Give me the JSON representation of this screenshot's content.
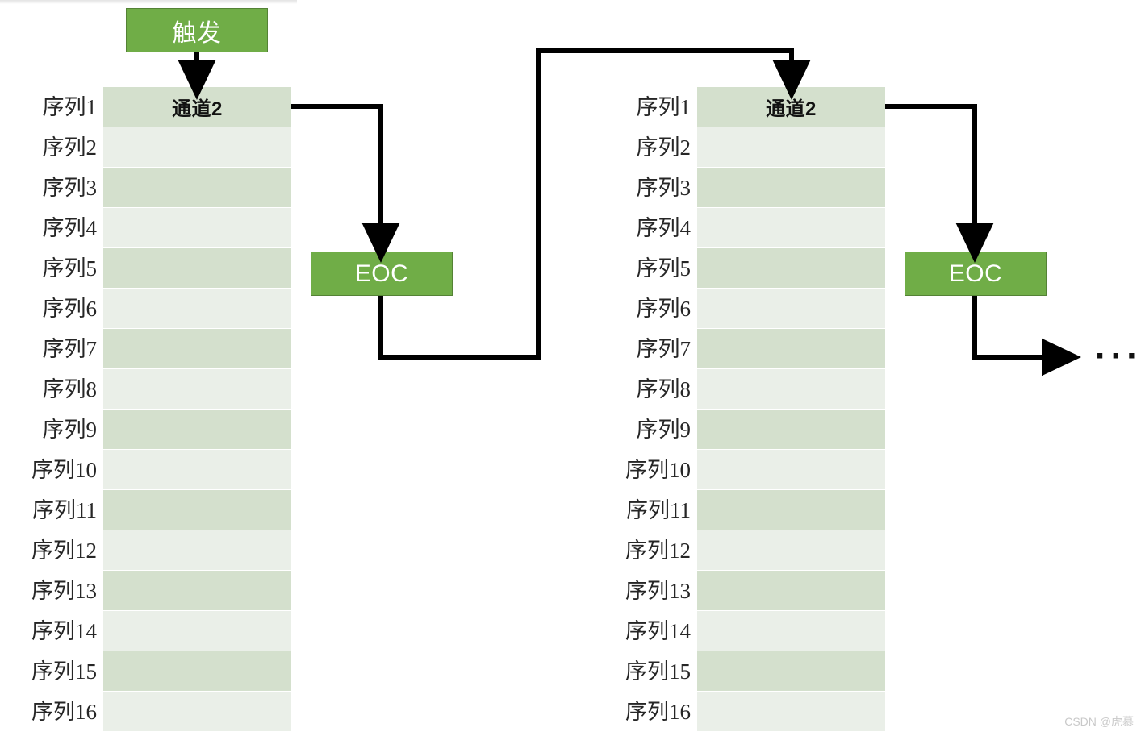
{
  "diagram": {
    "title_box": {
      "label": "触发"
    },
    "eoc_boxes": [
      {
        "label": "EOC"
      },
      {
        "label": "EOC"
      }
    ],
    "groups": [
      {
        "id": "group-1",
        "header": "通道2",
        "rows": [
          "序列1",
          "序列2",
          "序列3",
          "序列4",
          "序列5",
          "序列6",
          "序列7",
          "序列8",
          "序列9",
          "序列10",
          "序列11",
          "序列12",
          "序列13",
          "序列14",
          "序列15",
          "序列16"
        ]
      },
      {
        "id": "group-2",
        "header": "通道2",
        "rows": [
          "序列1",
          "序列2",
          "序列3",
          "序列4",
          "序列5",
          "序列6",
          "序列7",
          "序列8",
          "序列9",
          "序列10",
          "序列11",
          "序列12",
          "序列13",
          "序列14",
          "序列15",
          "序列16"
        ]
      }
    ],
    "continuation": {
      "label": "···"
    },
    "colors": {
      "box_fill": "#70ad47",
      "box_border": "#548235",
      "row_dark": "#d4e0cd",
      "row_light": "#eaefe8",
      "wire": "#000000",
      "label_text": "#262626"
    }
  },
  "watermark": {
    "text": "CSDN @虎慕"
  }
}
